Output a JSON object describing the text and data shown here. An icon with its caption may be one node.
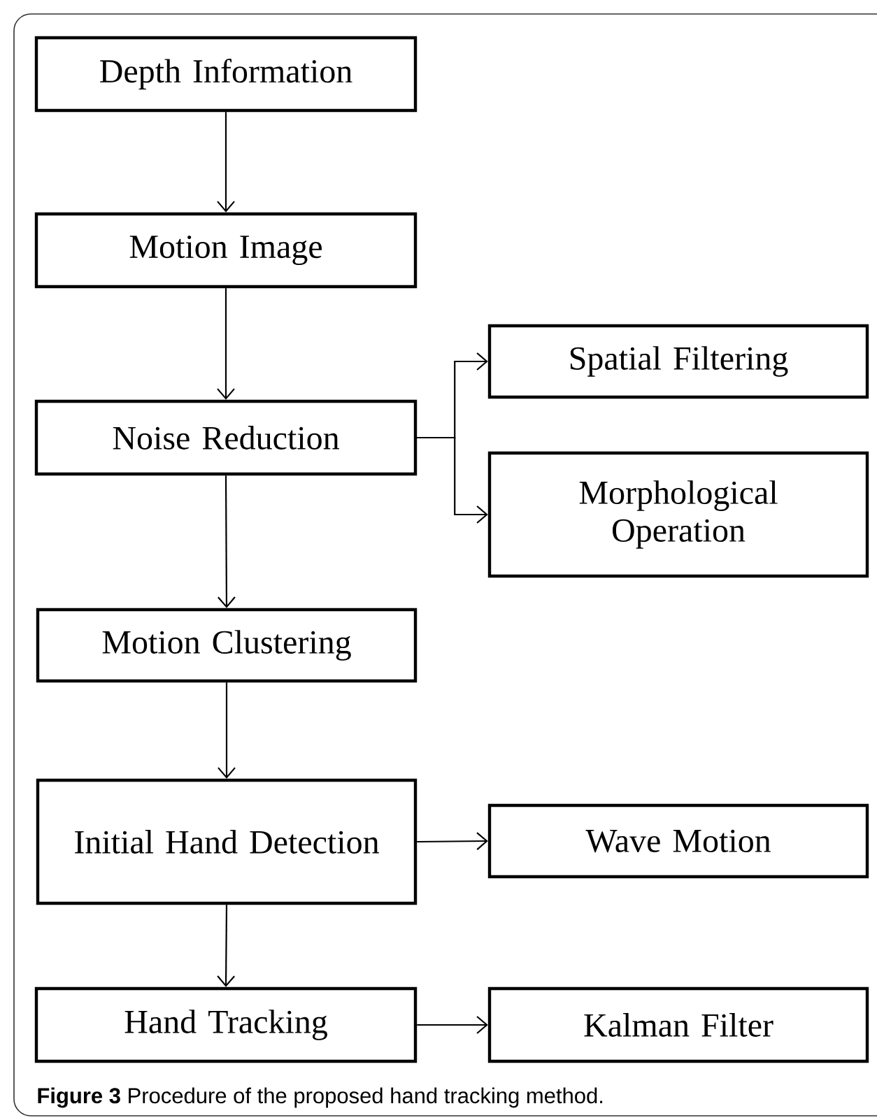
{
  "diagram": {
    "caption": "**Figure 3** Procedure of the proposed hand tracking method.",
    "nodes": [
      {
        "text": [
          "Depth Information"
        ]
      },
      {
        "text": [
          "Motion Image"
        ]
      },
      {
        "text": [
          "Noise Reduction"
        ]
      },
      {
        "text": [
          "Spatial Filtering"
        ]
      },
      {
        "text": [
          "Morphological Operation"
        ]
      },
      {
        "text": [
          "Motion Clustering"
        ]
      },
      {
        "text": [
          "Initial Hand Detection"
        ]
      },
      {
        "text": [
          "Wave Motion"
        ]
      },
      {
        "text": [
          "Hand Tracking"
        ]
      },
      {
        "text": [
          "Kalman Filter"
        ]
      }
    ],
    "edges": [
      {
        "from": 0,
        "to": 1,
        "arrow": "to"
      },
      {
        "from": 1,
        "to": 2,
        "arrow": "to"
      },
      {
        "from": 2,
        "to": 3,
        "arrow": "to"
      },
      {
        "from": 2,
        "to": 4,
        "arrow": "to"
      },
      {
        "from": 2,
        "to": 5,
        "arrow": "to"
      },
      {
        "from": 5,
        "to": 6,
        "arrow": "to"
      },
      {
        "from": 6,
        "to": 7,
        "arrow": "to"
      },
      {
        "from": 6,
        "to": 8,
        "arrow": "to"
      },
      {
        "from": 8,
        "to": 9,
        "arrow": "to"
      }
    ]
  }
}
